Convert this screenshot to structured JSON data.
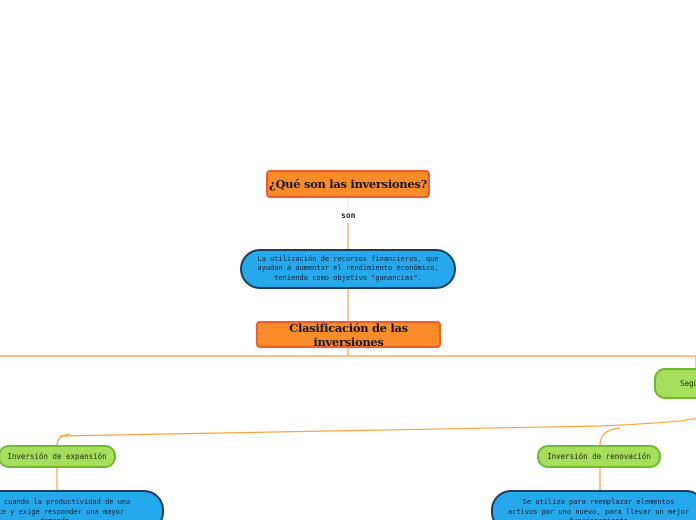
{
  "nodes": {
    "main_question": "¿Qué son las inversiones?",
    "connector": "son",
    "definition": "La utilización de recursos financieros, que\nayudan a aumentar el rendimiento económico,\nteniendo como objetivo \"ganancias\".",
    "classification": "Clasificación de las inversiones",
    "segun": "Segú",
    "expansion": "Inversión de expansión",
    "expansion_desc": "lizan cuando la productividad de una\ncrece y exige responder  una mayor\ndemanda",
    "renovacion": "Inversión de renovación",
    "renovacion_desc": "Se utiliza para reemplazar elementos\nactivos por uno nuevo, para llevar un mejor\nfuncionamiento"
  },
  "colors": {
    "line": "#f7a23b",
    "orange_fill": "#fb8c2b",
    "blue_fill": "#25a9ec",
    "green_fill": "#a5df5b"
  }
}
